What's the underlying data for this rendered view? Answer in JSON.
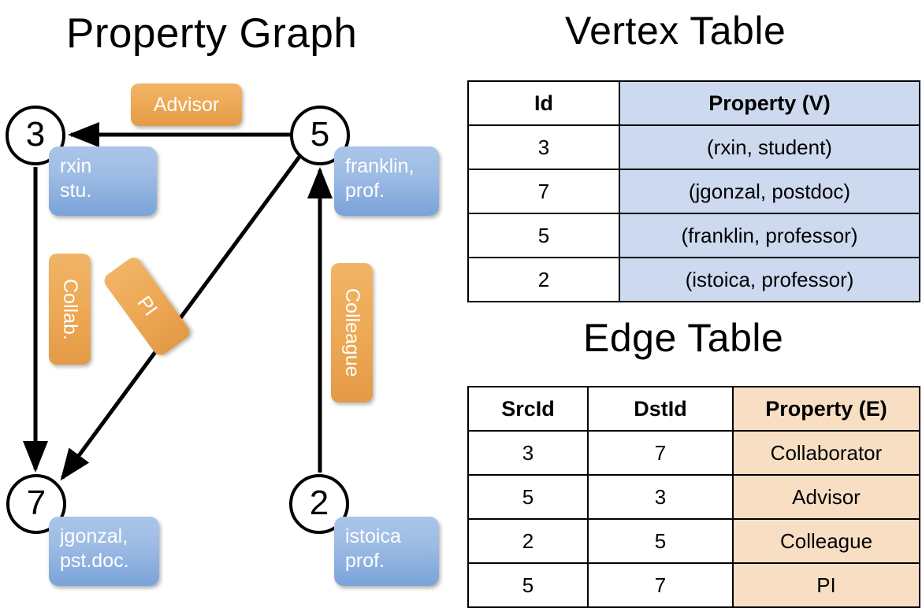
{
  "titles": {
    "graph": "Property Graph",
    "vertex_table": "Vertex Table",
    "edge_table": "Edge Table"
  },
  "graph": {
    "nodes": [
      {
        "id": "3",
        "property_label": "rxin\nstu."
      },
      {
        "id": "5",
        "property_label": "franklin,\nprof."
      },
      {
        "id": "7",
        "property_label": "jgonzal,\npst.doc."
      },
      {
        "id": "2",
        "property_label": "istoica\nprof."
      }
    ],
    "node_labels": {
      "n3": "3",
      "n5": "5",
      "n7": "7",
      "n2": "2"
    },
    "vertex_boxes": {
      "rxin_line1": "rxin",
      "rxin_line2": "stu.",
      "franklin_line1": "franklin,",
      "franklin_line2": "prof.",
      "jgonzal_line1": "jgonzal,",
      "jgonzal_line2": "pst.doc.",
      "istoica_line1": "istoica",
      "istoica_line2": "prof."
    },
    "edge_boxes": {
      "advisor": "Advisor",
      "collab": "Collab.",
      "pi": "PI",
      "colleague": "Colleague"
    },
    "edges": [
      {
        "from": "5",
        "to": "3",
        "label": "Advisor"
      },
      {
        "from": "3",
        "to": "7",
        "label": "Collab."
      },
      {
        "from": "5",
        "to": "7",
        "label": "PI"
      },
      {
        "from": "2",
        "to": "5",
        "label": "Colleague"
      }
    ]
  },
  "vertex_table": {
    "headers": [
      "Id",
      "Property (V)"
    ],
    "rows": [
      {
        "id": "3",
        "property": "(rxin, student)"
      },
      {
        "id": "7",
        "property": "(jgonzal, postdoc)"
      },
      {
        "id": "5",
        "property": "(franklin, professor)"
      },
      {
        "id": "2",
        "property": "(istoica, professor)"
      }
    ]
  },
  "edge_table": {
    "headers": [
      "SrcId",
      "DstId",
      "Property (E)"
    ],
    "rows": [
      {
        "src": "3",
        "dst": "7",
        "property": "Collaborator"
      },
      {
        "src": "5",
        "dst": "3",
        "property": "Advisor"
      },
      {
        "src": "2",
        "dst": "5",
        "property": "Colleague"
      },
      {
        "src": "5",
        "dst": "7",
        "property": "PI"
      }
    ]
  },
  "colors": {
    "vertex_cell": "#ccd9ef",
    "edge_cell": "#f8dfc4",
    "vertex_box": "#7aa3da",
    "edge_box": "#eeaa57",
    "stroke": "#000000",
    "background": "#ffffff"
  }
}
